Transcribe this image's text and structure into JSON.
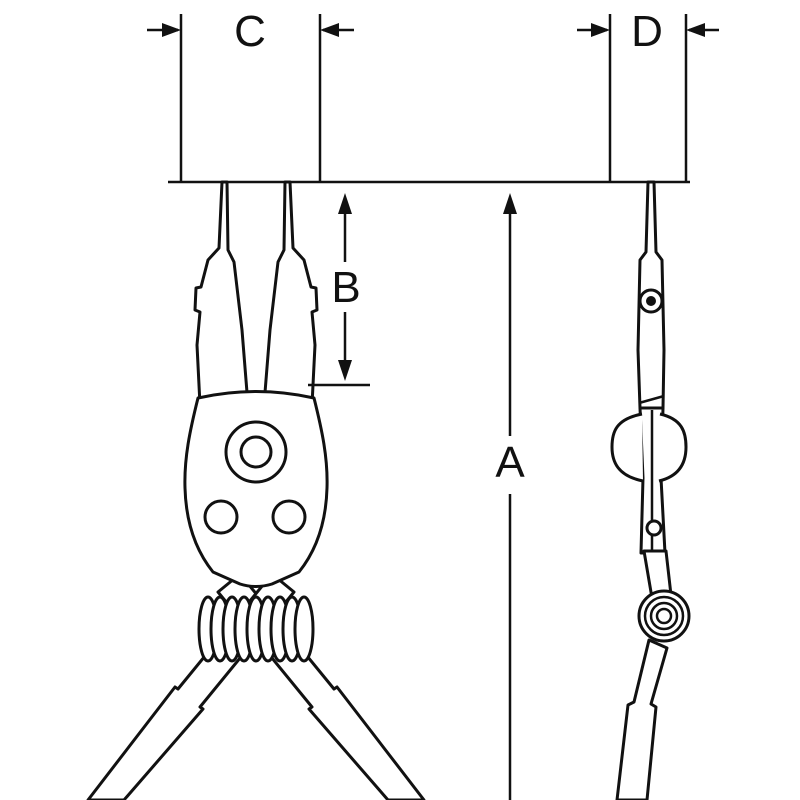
{
  "diagram": {
    "background_color": "#ffffff",
    "line_color": "#111111",
    "dimension_labels": {
      "a": "A",
      "b": "B",
      "c": "C",
      "d": "D"
    }
  }
}
